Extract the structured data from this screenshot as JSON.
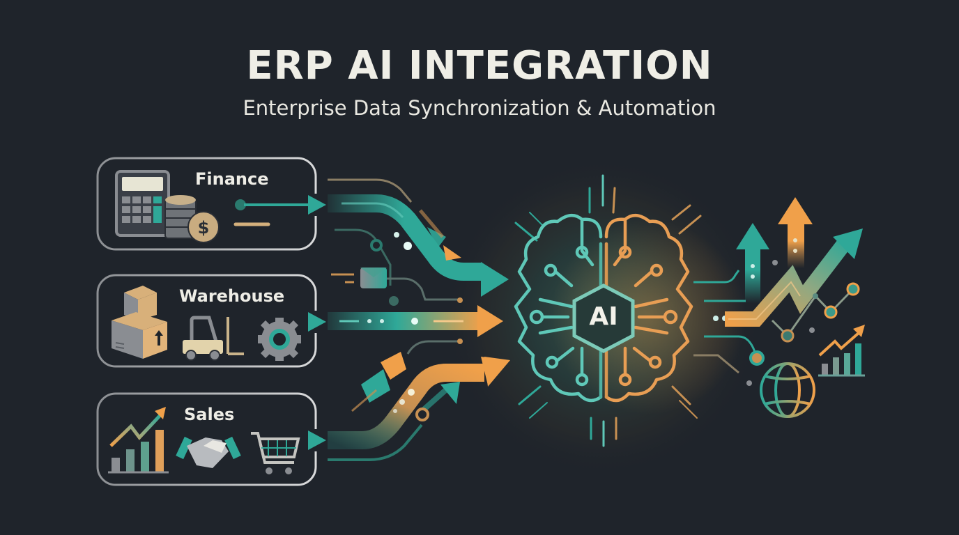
{
  "header": {
    "title": "ERP AI INTEGRATION",
    "subtitle": "Enterprise Data Synchronization & Automation"
  },
  "modules": [
    {
      "id": "finance",
      "label": "Finance",
      "icons": [
        "calculator-icon",
        "coin-stack-icon",
        "dollar-coin-icon"
      ]
    },
    {
      "id": "warehouse",
      "label": "Warehouse",
      "icons": [
        "boxes-icon",
        "forklift-icon",
        "gear-icon"
      ]
    },
    {
      "id": "sales",
      "label": "Sales",
      "icons": [
        "growth-bar-chart-icon",
        "handshake-icon",
        "shopping-cart-icon"
      ]
    }
  ],
  "hub": {
    "label": "AI",
    "icon": "circuit-brain-icon"
  },
  "outputs": {
    "icons": [
      "up-arrow-teal-icon",
      "up-arrow-orange-icon",
      "trend-arrow-icon",
      "line-chart-icon",
      "mini-bar-chart-icon",
      "globe-icon"
    ]
  },
  "colors": {
    "background": "#1f242b",
    "teal": "#2fa898",
    "teal_light": "#5fc8b8",
    "orange": "#f0a04a",
    "tan": "#d8b884",
    "gray": "#8a8d92",
    "text": "#efeee6"
  }
}
